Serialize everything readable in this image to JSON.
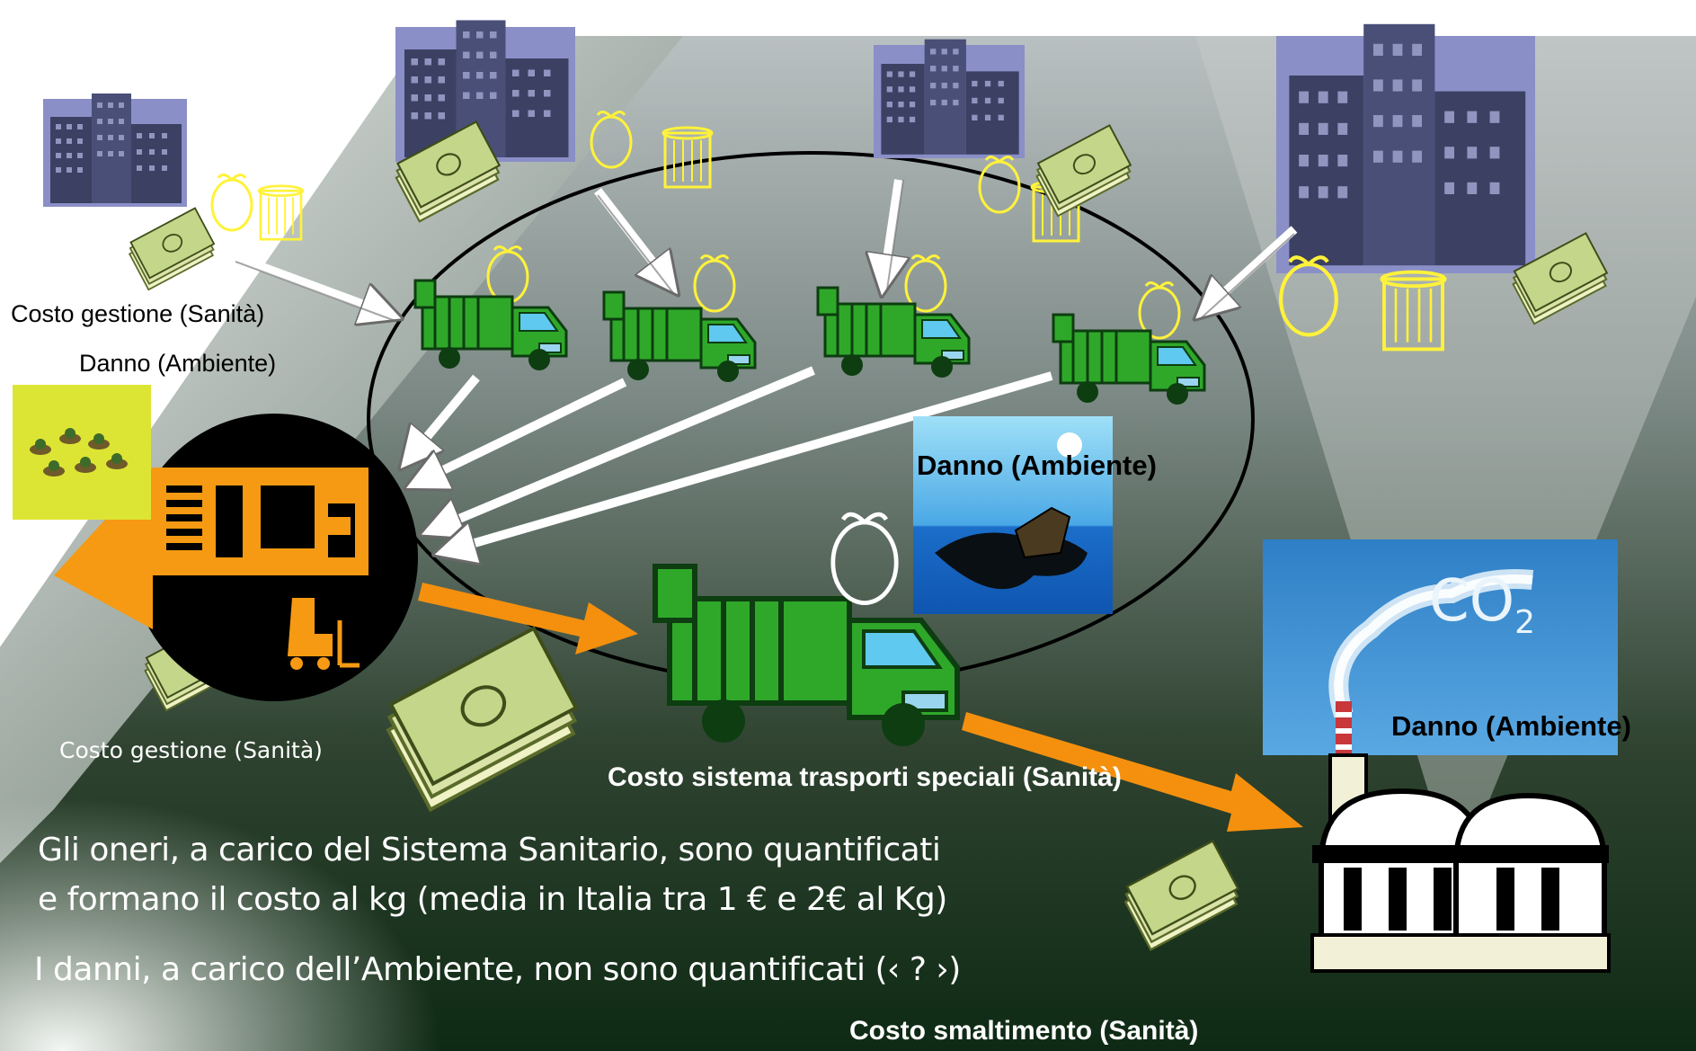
{
  "labels": {
    "costo_gestione_top": "Costo gestione (Sanità)",
    "danno_ambiente_left": "Danno (Ambiente)",
    "danno_ambiente_water": "Danno (Ambiente)",
    "danno_ambiente_co2": "Danno (Ambiente)",
    "costo_gestione_bottom": "Costo gestione (Sanità)",
    "costo_trasporti": "Costo sistema trasporti speciali (Sanità)",
    "costo_smaltimento": "Costo smaltimento (Sanità)",
    "co2": "CO"
  },
  "notes": {
    "line1": "Gli oneri, a carico del Sistema Sanitario, sono quantificati",
    "line2": "e formano il costo al kg  (media in Italia tra 1 € e 2€ al Kg)",
    "line3": "I danni, a carico dell’Ambiente, non sono quantificati  (‹ ? ›)"
  },
  "colors": {
    "truck_green": "#2fa82a",
    "factory_orange": "#f59a12",
    "arrow_orange": "#f5900e",
    "building_blue": "#45496e",
    "bag_yellow": "#fff23a",
    "money_green": "#d9e3a8"
  }
}
